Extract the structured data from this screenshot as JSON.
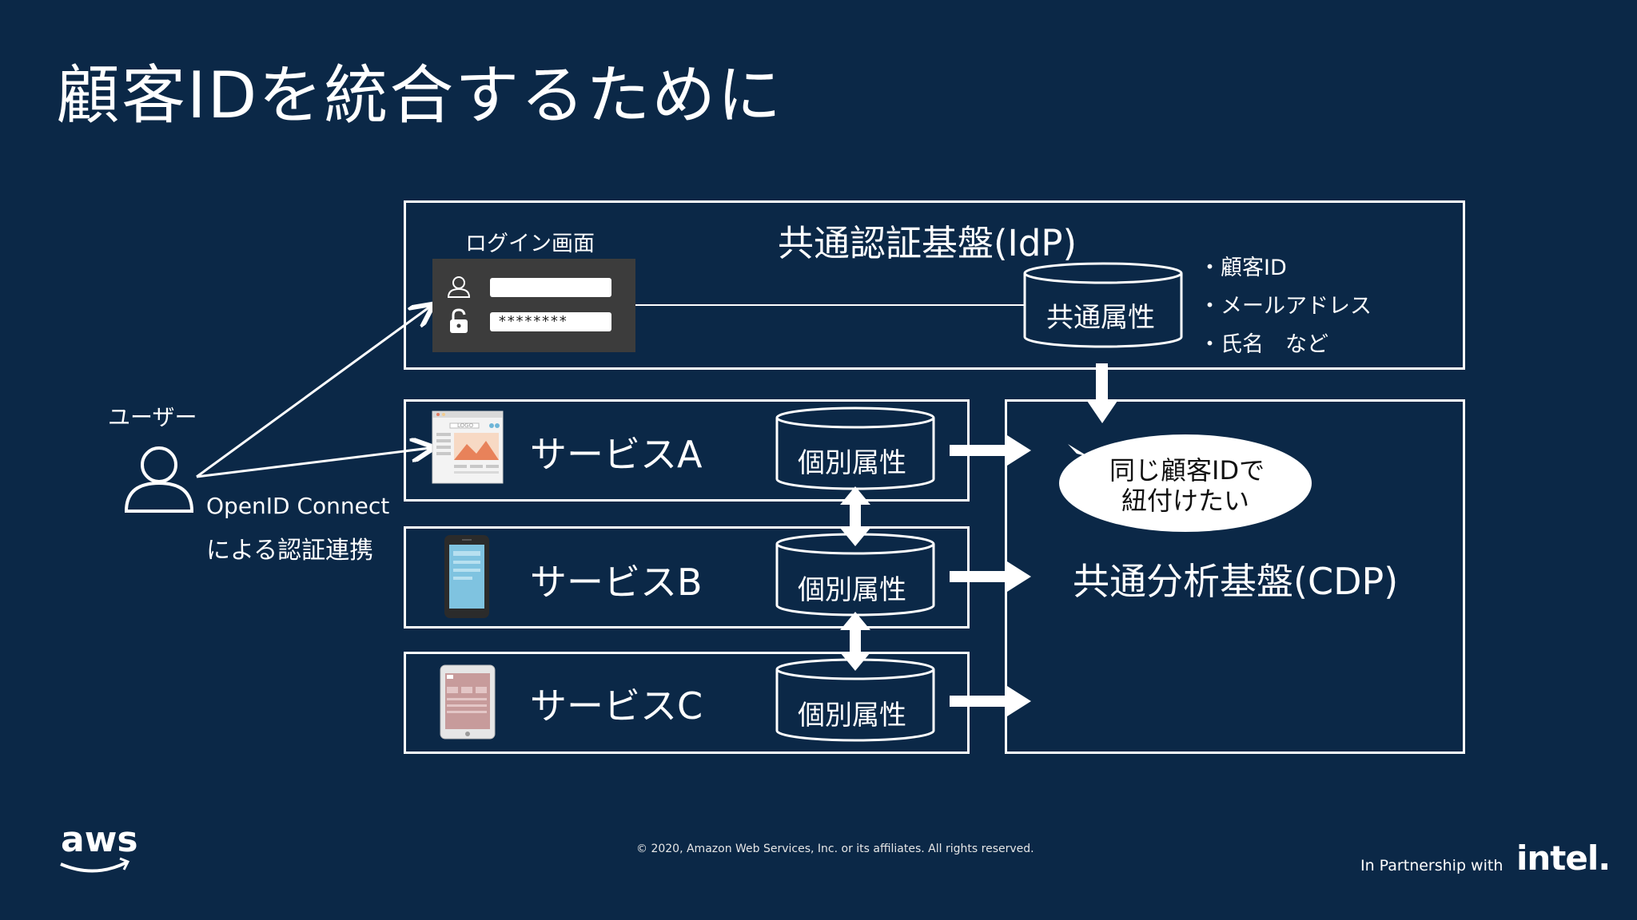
{
  "title": "顧客IDを統合するために",
  "idp": {
    "title": "共通認証基盤(IdP)",
    "login_label": "ログイン画面",
    "password_mask": "********",
    "shared_db_label": "共通属性",
    "attributes": [
      "・顧客ID",
      "・メールアドレス",
      "・氏名　など"
    ]
  },
  "user": {
    "label": "ユーザー",
    "connect_line1": "OpenID Connect",
    "connect_line2": "による認証連携"
  },
  "services": [
    {
      "name": "サービスA",
      "db_label": "個別属性",
      "device": "browser"
    },
    {
      "name": "サービスB",
      "db_label": "個別属性",
      "device": "smartphone"
    },
    {
      "name": "サービスC",
      "db_label": "個別属性",
      "device": "tablet"
    }
  ],
  "browser_logo_text": "LOGO",
  "cdp": {
    "title": "共通分析基盤(CDP)",
    "bubble_line1": "同じ顧客IDで",
    "bubble_line2": "紐付けたい"
  },
  "footer": {
    "copyright": "© 2020, Amazon Web Services, Inc. or its affiliates. All rights reserved.",
    "aws_logo": "aws",
    "partnership": "In Partnership with",
    "intel_logo": "intel."
  },
  "colors": {
    "background": "#0b2847",
    "foreground": "#ffffff",
    "login_panel": "#3c3c3c"
  }
}
